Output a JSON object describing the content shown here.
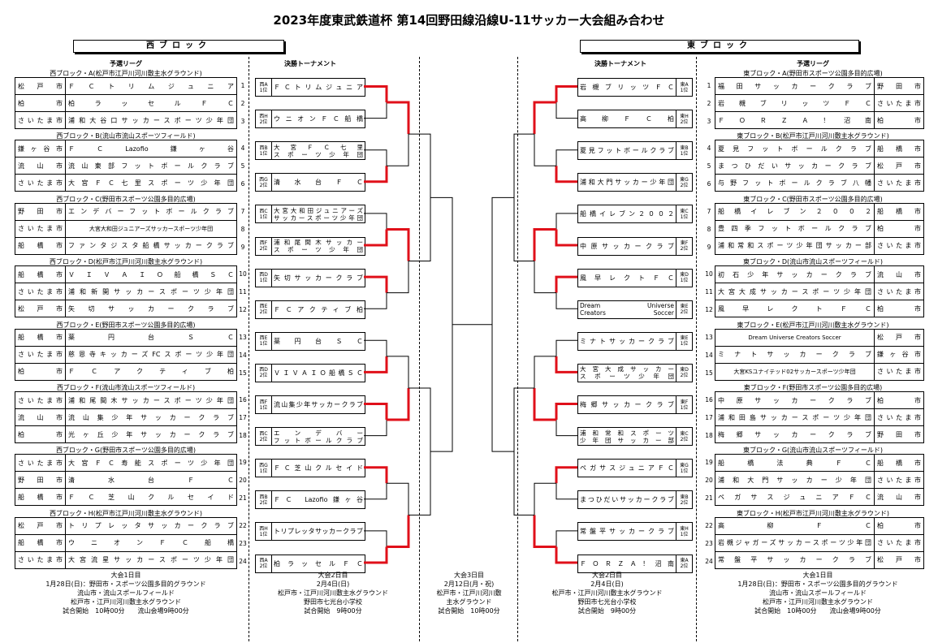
{
  "title": "2023年度東武鉄道杯 第14回野田線沿線U-11サッカー大会組み合わせ",
  "west_label": "西ブロック",
  "east_label": "東ブロック",
  "prelim_header": "予選リーグ",
  "tournament_header": "決勝トーナメント",
  "west_groups": [
    {
      "title": "西ブロック・A(松戸市江戸川河川敷主水グラウンド)",
      "rows": [
        [
          "松戸市",
          "ＦＣトリムジュニア",
          "1"
        ],
        [
          "柏市",
          "柏ラッセルＦＣ",
          "2"
        ],
        [
          "さいたま市",
          "浦和大谷口サッカースポーツ少年団",
          "3"
        ]
      ]
    },
    {
      "title": "西ブロック・B(流山市流山スポーツフィールド)",
      "rows": [
        [
          "鎌ヶ谷市",
          "ＦＣLazofio鎌ヶ谷",
          "4"
        ],
        [
          "流山市",
          "流山東部フットボールクラブ",
          "5"
        ],
        [
          "さいたま市",
          "大宮ＦＣ七里スポーツ少年団",
          "6"
        ]
      ]
    },
    {
      "title": "西ブロック・C(野田市スポーツ公園多目的広場)",
      "rows": [
        [
          "野田市",
          "エンデバーフットボールクラブ",
          "7"
        ],
        [
          "さいたま市",
          "大宮大和田ジュニアーズサッカースポーツ少年団",
          "8"
        ],
        [
          "船橋市",
          "ファンタジスタ船橋サッカークラブ",
          "9"
        ]
      ]
    },
    {
      "title": "西ブロック・D(松戸市江戸川河川敷主水グラウンド)",
      "rows": [
        [
          "船橋市",
          "ＶＩＶＡＩＯ船橋ＳＣ",
          "10"
        ],
        [
          "さいたま市",
          "浦和新開サッカースポーツ少年団",
          "11"
        ],
        [
          "松戸市",
          "矢切サッカークラブ",
          "12"
        ]
      ]
    },
    {
      "title": "西ブロック・E(野田市スポーツ公園多目的広場)",
      "rows": [
        [
          "船橋市",
          "薬円台ＳＣ",
          "13"
        ],
        [
          "さいたま市",
          "慈恩寺キッカーズFCスポーツ少年団",
          "14"
        ],
        [
          "柏市",
          "ＦＣアクティブ柏",
          "15"
        ]
      ]
    },
    {
      "title": "西ブロック・F(流山市流山スポーツフィールド)",
      "rows": [
        [
          "さいたま市",
          "浦和尾間木サッカースポーツ少年団",
          "16"
        ],
        [
          "流山市",
          "流山集少年サッカークラブ",
          "17"
        ],
        [
          "柏市",
          "光ヶ丘少年サッカークラブ",
          "18"
        ]
      ]
    },
    {
      "title": "西ブロック・G(野田市スポーツ公園多目的広場)",
      "rows": [
        [
          "さいたま市",
          "大宮ＦＣ寿能スポーツ少年団",
          "19"
        ],
        [
          "野田市",
          "清水台ＦＣ",
          "20"
        ],
        [
          "船橋市",
          "ＦＣ芝山クルセイド",
          "21"
        ]
      ]
    },
    {
      "title": "西ブロック・H(松戸市江戸川河川敷主水グラウンド)",
      "rows": [
        [
          "松戸市",
          "トリプレッタサッカークラブ",
          "22"
        ],
        [
          "船橋市",
          "ウニオンＦＣ船橋",
          "23"
        ],
        [
          "さいたま市",
          "大宮流星サッカースポーツ少年団",
          "24"
        ]
      ]
    }
  ],
  "east_groups": [
    {
      "title": "東ブロック・A(野田市スポーツ公園多目的広場)",
      "rows": [
        [
          "1",
          "福田サッカークラブ",
          "野田市"
        ],
        [
          "2",
          "岩槻ブリッツＦＣ",
          "さいたま市"
        ],
        [
          "3",
          "ＦＯＲＺＡ！沼南",
          "柏市"
        ]
      ]
    },
    {
      "title": "東ブロック・B(松戸市江戸川河川敷主水グラウンド)",
      "rows": [
        [
          "4",
          "夏見フットボールクラブ",
          "船橋市"
        ],
        [
          "5",
          "まつひだいサッカークラブ",
          "松戸市"
        ],
        [
          "6",
          "与野フットボールクラブ八幡",
          "さいたま市"
        ]
      ]
    },
    {
      "title": "東ブロック・C(野田市スポーツ公園多目的広場)",
      "rows": [
        [
          "7",
          "船橋イレブン２００２",
          "船橋市"
        ],
        [
          "8",
          "豊四季フットボールクラブ",
          "柏市"
        ],
        [
          "9",
          "浦和常和スポーツ少年団サッカー部",
          "さいたま市"
        ]
      ]
    },
    {
      "title": "東ブロック・D(流山市流山スポーツフィールド)",
      "rows": [
        [
          "10",
          "初石少年サッカークラブ",
          "流山市"
        ],
        [
          "11",
          "大宮大成サッカースポーツ少年団",
          "さいたま市"
        ],
        [
          "12",
          "風早レクトＦＣ",
          "柏市"
        ]
      ]
    },
    {
      "title": "東ブロック・E(松戸市江戸川河川敷主水グラウンド)",
      "rows": [
        [
          "13",
          "Dream Universe Creators Soccer",
          "松戸市"
        ],
        [
          "14",
          "ミナトサッカークラブ",
          "鎌ヶ谷市"
        ],
        [
          "15",
          "大宮KSユナイテッド02サッカースポーツ少年団",
          "さいたま市"
        ]
      ]
    },
    {
      "title": "東ブロック・F(野田市スポーツ公園多目的広場)",
      "rows": [
        [
          "16",
          "中原サッカークラブ",
          "柏市"
        ],
        [
          "17",
          "浦和田島サッカースポーツ少年団",
          "さいたま市"
        ],
        [
          "18",
          "梅郷サッカークラブ",
          "野田市"
        ]
      ]
    },
    {
      "title": "東ブロック・G(流山市流山スポーツフィールド)",
      "rows": [
        [
          "19",
          "船橋法典ＦＣ",
          "船橋市"
        ],
        [
          "20",
          "浦和大門サッカー少年団",
          "さいたま市"
        ],
        [
          "21",
          "ペガサスジュニアＦＣ",
          "流山市"
        ]
      ]
    },
    {
      "title": "東ブロック・H(松戸市江戸川河川敷主水グラウンド)",
      "rows": [
        [
          "22",
          "高柳ＦＣ",
          "柏市"
        ],
        [
          "23",
          "岩槻ジャガーズサッカースポーツ少年団",
          "さいたま市"
        ],
        [
          "24",
          "常盤平サッカークラブ",
          "松戸市"
        ]
      ]
    }
  ],
  "west_tourn": [
    {
      "code": [
        "西A",
        "1位"
      ],
      "name": [
        "ＦＣトリムジュニア"
      ]
    },
    {
      "code": [
        "西H",
        "2位"
      ],
      "name": [
        "ウニオンＦＣ船橋"
      ]
    },
    {
      "code": [
        "西B",
        "1位"
      ],
      "name": [
        "大宮ＦＣ七里",
        "スポーツ少年団"
      ]
    },
    {
      "code": [
        "西G",
        "2位"
      ],
      "name": [
        "清水台ＦＣ"
      ]
    },
    {
      "code": [
        "西C",
        "1位"
      ],
      "name": [
        "大宮大和田ジュニアーズ",
        "サッカースポーツ少年団"
      ]
    },
    {
      "code": [
        "西F",
        "2位"
      ],
      "name": [
        "浦和尾間木サッカー",
        "スポーツ少年団"
      ]
    },
    {
      "code": [
        "西D",
        "1位"
      ],
      "name": [
        "矢切サッカークラブ"
      ]
    },
    {
      "code": [
        "西E",
        "2位"
      ],
      "name": [
        "ＦＣアクティブ柏"
      ]
    },
    {
      "code": [
        "西E",
        "1位"
      ],
      "name": [
        "薬円台ＳＣ"
      ]
    },
    {
      "code": [
        "西D",
        "2位"
      ],
      "name": [
        "ＶＩＶＡＩＯ船橋ＳＣ"
      ]
    },
    {
      "code": [
        "西F",
        "1位"
      ],
      "name": [
        "流山集少年サッカークラブ"
      ]
    },
    {
      "code": [
        "西C",
        "2位"
      ],
      "name": [
        "エンデバー",
        "フットボールクラブ"
      ]
    },
    {
      "code": [
        "西G",
        "1位"
      ],
      "name": [
        "ＦＣ芝山クルセイド"
      ]
    },
    {
      "code": [
        "西B",
        "2位"
      ],
      "name": [
        "ＦＣ Lazofio鎌ヶ谷"
      ]
    },
    {
      "code": [
        "西H",
        "1位"
      ],
      "name": [
        "トリプレッタサッカークラブ"
      ]
    },
    {
      "code": [
        "西A",
        "2位"
      ],
      "name": [
        "柏ラッセルＦＣ"
      ]
    }
  ],
  "east_tourn": [
    {
      "code": [
        "東A",
        "1位"
      ],
      "name": [
        "岩槻ブリッツＦＣ"
      ]
    },
    {
      "code": [
        "東H",
        "2位"
      ],
      "name": [
        "高柳ＦＣ柏"
      ]
    },
    {
      "code": [
        "東B",
        "1位"
      ],
      "name": [
        "夏見フットボールクラブ"
      ]
    },
    {
      "code": [
        "東G",
        "2位"
      ],
      "name": [
        "浦和大門サッカー少年団"
      ]
    },
    {
      "code": [
        "東C",
        "1位"
      ],
      "name": [
        "船橋イレブン２００２"
      ]
    },
    {
      "code": [
        "東F",
        "2位"
      ],
      "name": [
        "中原サッカークラブ"
      ]
    },
    {
      "code": [
        "東D",
        "1位"
      ],
      "name": [
        "風早レクトＦＣ"
      ]
    },
    {
      "code": [
        "東E",
        "2位"
      ],
      "name": [
        "Dream Universe",
        "Creators Soccer"
      ]
    },
    {
      "code": [
        "東E",
        "1位"
      ],
      "name": [
        "ミナトサッカークラブ"
      ]
    },
    {
      "code": [
        "東D",
        "2位"
      ],
      "name": [
        "大宮大成サッカー",
        "スポーツ少年団"
      ]
    },
    {
      "code": [
        "東F",
        "1位"
      ],
      "name": [
        "梅郷サッカークラブ"
      ]
    },
    {
      "code": [
        "東C",
        "2位"
      ],
      "name": [
        "浦和常和スポーツ",
        "少年団サッカー部"
      ]
    },
    {
      "code": [
        "東G",
        "1位"
      ],
      "name": [
        "ペガサスジュニアＦＣ"
      ]
    },
    {
      "code": [
        "東B",
        "2位"
      ],
      "name": [
        "まつひだいサッカークラブ"
      ]
    },
    {
      "code": [
        "東H",
        "1位"
      ],
      "name": [
        "常盤平サッカークラブ"
      ]
    },
    {
      "code": [
        "東A",
        "2位"
      ],
      "name": [
        "ＦＯＲＺＡ！沼南"
      ]
    }
  ],
  "footer_day1": "大会1日目\n1月28日(日)：野田市・スポーツ公園多目的グラウンド\n流山市・流山スポールフィールド\n松戸市・江戸川河川敷主水グラウンド\n試合開始　10時00分　　流山会場9時00分",
  "footer_day2": "大会2日目\n2月4日(日)\n松戸市・江戸川河川敷主水グラウンド\n野田市七光台小学校\n試合開始　9時00分",
  "footer_day3": "大会3日目\n2月12日(月・祝)\n松戸市・江戸川河川敷\n主水グラウンド\n試合開始　10時00分",
  "colors": {
    "win_line": "#e0101a",
    "line": "#000000"
  }
}
